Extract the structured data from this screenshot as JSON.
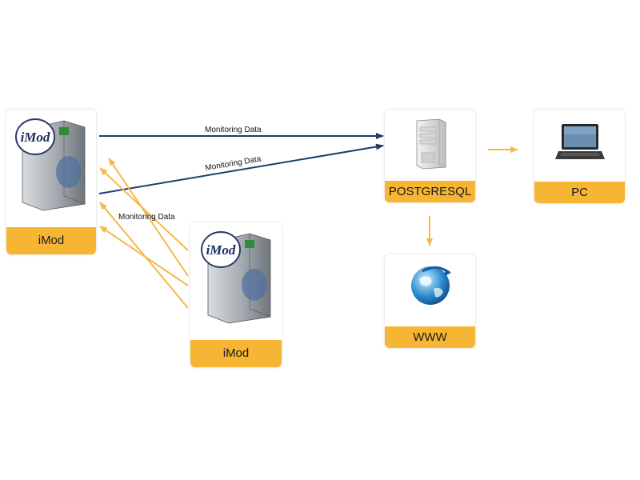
{
  "nodes": {
    "imod_top": {
      "label": "iMod",
      "logo_text": "iMod"
    },
    "imod_bottom": {
      "label": "iMod",
      "logo_text": "iMod"
    },
    "postgresql": {
      "label": "POSTGRESQL"
    },
    "www": {
      "label": "WWW"
    },
    "pc": {
      "label": "PC"
    }
  },
  "edges": {
    "monitoring_data_1": "Monitoring Data",
    "monitoring_data_2": "Monitoring Data",
    "monitoring_data_3": "Monitoring Data"
  },
  "colors": {
    "accent": "#f6b533",
    "data_arrow": "#1d3c6e",
    "yellow_arrow": "#f5b84a"
  }
}
